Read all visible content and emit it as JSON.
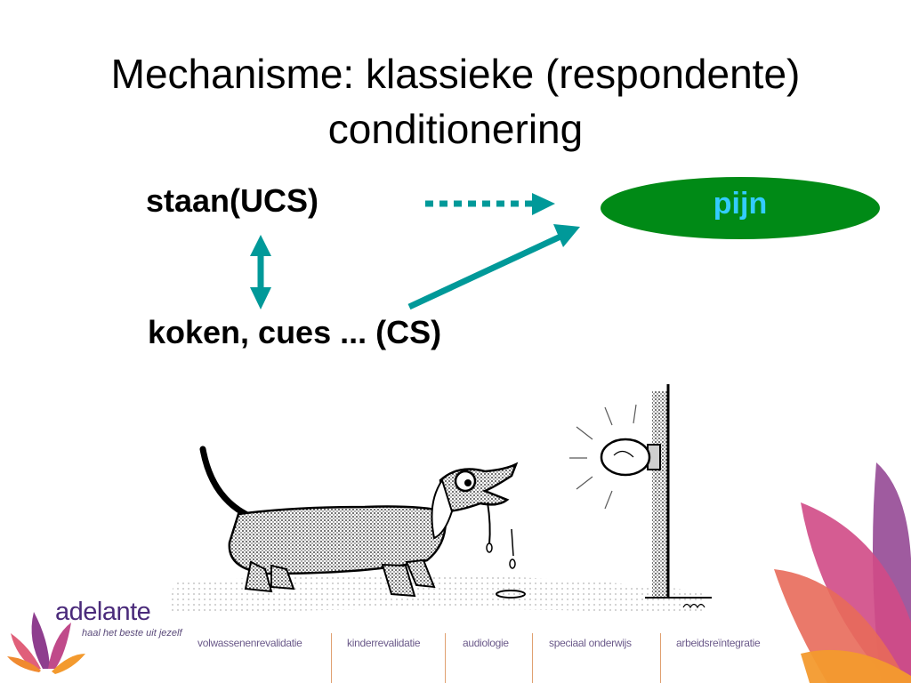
{
  "slide": {
    "title": "Mechanisme: klassieke (respondente) conditionering"
  },
  "diagram": {
    "ucs_label": "staan(UCS)",
    "cs_label": "koken, cues ... (CS)",
    "response_label": "pijn",
    "colors": {
      "arrow": "#009999",
      "pill": "#008A16",
      "response_text": "#33CCFF"
    }
  },
  "illustration": {
    "icon": "dog-salivating-lightbulb-icon"
  },
  "footer": {
    "logo_name": "adelante",
    "logo_tagline": "haal het beste uit jezelf",
    "nav_items": [
      "volwassenenrevalidatie",
      "kinderrevalidatie",
      "audiologie",
      "speciaal onderwijs",
      "arbeidsreïntegratie"
    ]
  }
}
